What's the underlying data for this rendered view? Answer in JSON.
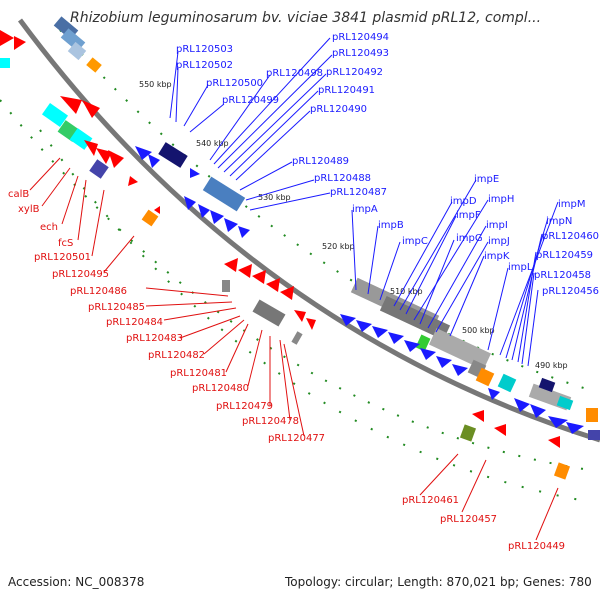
{
  "title": "Rhizobium leguminosarum bv. viciae 3841 plasmid pRL12, compl...",
  "footer": {
    "accession": "Accession: NC_008378",
    "summary": "Topology: circular; Length: 870,021 bp; Genes: 780"
  },
  "ticks": [
    "550 kbp",
    "540 kbp",
    "530 kbp",
    "520 kbp",
    "510 kbp",
    "500 kbp",
    "490 kbp"
  ],
  "blue_labels": [
    "pRL120503",
    "pRL120502",
    "pRL120500",
    "pRL120499",
    "pRL120498",
    "pRL120494",
    "pRL120493",
    "pRL120492",
    "pRL120491",
    "pRL120490",
    "pRL120489",
    "pRL120488",
    "pRL120487",
    "impA",
    "impB",
    "impC",
    "impD",
    "impE",
    "impF",
    "impH",
    "impG",
    "impI",
    "impJ",
    "impK",
    "impL",
    "impM",
    "impN",
    "pRL120460",
    "pRL120459",
    "pRL120458",
    "pRL120456"
  ],
  "red_labels": [
    "calB",
    "xylB",
    "ech",
    "fcS",
    "pRL120501",
    "pRL120495",
    "pRL120486",
    "pRL120485",
    "pRL120484",
    "pRL120483",
    "pRL120482",
    "pRL120481",
    "pRL120480",
    "pRL120479",
    "pRL120478",
    "pRL120477",
    "pRL120461",
    "pRL120457",
    "pRL120449"
  ],
  "colors": {
    "forward_gene": "#1a1aff",
    "reverse_gene": "#ff0000",
    "backbone": "#888888",
    "tick_marks": "#228b22"
  }
}
